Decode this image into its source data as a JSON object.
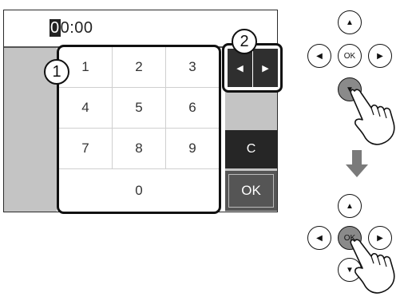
{
  "screen": {
    "time_cursor_digit": "0",
    "time_rest": "0:00"
  },
  "keypad": {
    "keys": [
      "1",
      "2",
      "3",
      "4",
      "5",
      "6",
      "7",
      "8",
      "9",
      "0"
    ]
  },
  "side_buttons": {
    "left_arrow": "◀",
    "right_arrow": "▶",
    "clear_label": "C",
    "ok_label": "OK"
  },
  "callouts": {
    "one": "1",
    "two": "2"
  },
  "remote_top": {
    "center_label": "OK",
    "up": "▲",
    "down": "▼",
    "left": "◀",
    "right": "▶",
    "pressed": "down"
  },
  "remote_bottom": {
    "center_label": "OK",
    "up": "▲",
    "down": "▼",
    "left": "◀",
    "right": "▶",
    "pressed": "ok"
  },
  "colors": {
    "panel_gray": "#c4c4c4",
    "dark_button": "#262626",
    "ok_button": "#555555",
    "pressed_button": "#8a8a8a",
    "flow_arrow": "#7a7a7a"
  }
}
